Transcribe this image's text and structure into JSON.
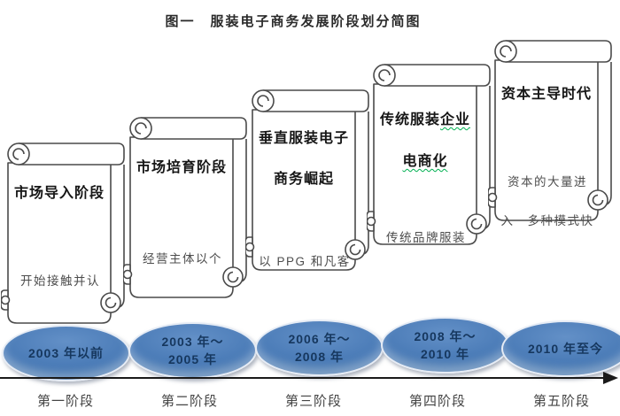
{
  "figure_title": "图一　服装电子商务发展阶段划分简图",
  "scrolls": [
    {
      "title1": "市场导入阶段",
      "body1": "开始接触并认"
    },
    {
      "title1": "市场培育阶段",
      "body1": "经营主体以个"
    },
    {
      "title1": "垂直服装电子",
      "title2": "商务崛起",
      "body1": "以 PPG 和凡客"
    },
    {
      "title1": "传统服装",
      "title1_wavy": "企业",
      "title2_wavy": "电商化",
      "body1": "传统品牌服装"
    },
    {
      "title1": "资本主导时代",
      "body1": "资本的大量进",
      "body2": "入　多种模式快"
    }
  ],
  "timeline": {
    "ellipses": [
      {
        "line1": "2003 年以前",
        "line2": ""
      },
      {
        "line1": "2003 年～",
        "line2": "2005 年"
      },
      {
        "line1": "2006 年～",
        "line2": "2008 年"
      },
      {
        "line1": "2008 年～",
        "line2": "2010 年"
      },
      {
        "line1": "2010 年至今",
        "line2": ""
      }
    ],
    "stage_labels": [
      "第一阶段",
      "第二阶段",
      "第三阶段",
      "第四阶段",
      "第五阶段"
    ]
  },
  "icons": {
    "scroll_shape": "horizontal-scroll-banner",
    "arrow": "right-arrow-timeline"
  },
  "colors": {
    "ellipse_fill": "#4f81bd",
    "ellipse_border": "#e6ecf5",
    "ellipse_text": "#16375e",
    "scroll_outline": "#4a4a4a",
    "squiggle_green": "#00b050",
    "arrow_black": "#1a1a1a"
  }
}
